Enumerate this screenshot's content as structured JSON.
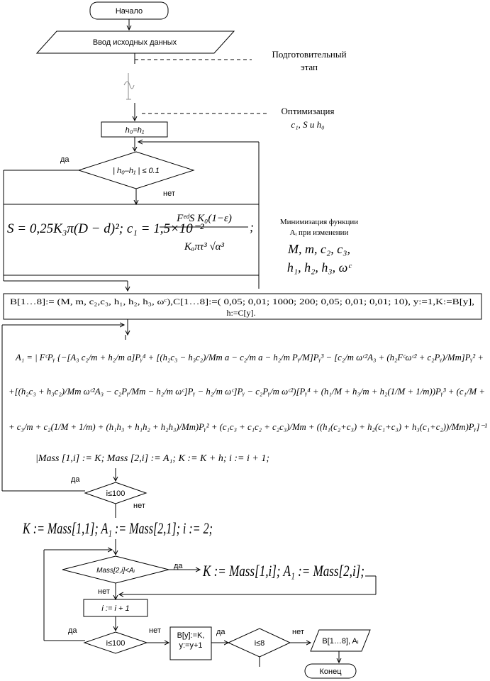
{
  "blocks": {
    "start": "Начало",
    "input": "Ввод исходных данных",
    "h0h1": "h₀=h₁",
    "cond_h": "| h₀–h₁ | ≤ 0.1",
    "cond_100_a": "i≤100",
    "cond_mass": "Mass[2,i]<Aᵢ",
    "incr": "i := i + 1",
    "cond_100_b": "i≤100",
    "byk_1": "B[y]:=K,",
    "byk_2": "y:=y+1",
    "cond_8": "i≤8",
    "out": "B[1…8], Aᵢ",
    "end": "Конец"
  },
  "notes": {
    "prep_1": "Подготовительный",
    "prep_2": "этап",
    "opt_1": "Оптимизация",
    "opt_2": "c₁, S и h₀",
    "min_1": "Минимизация функции",
    "min_2": "Aᵢ при изменении",
    "min_3": "M, m, c₂, c₃,",
    "min_4": "h₁, h₂, h₃, ωᶜ"
  },
  "labels": {
    "yes": "да",
    "no": "нет"
  },
  "formulas": {
    "s_formula": "S = 0,25K₃π(D − d)²; c₁ = 1,5×10⁻²",
    "s_frac_num": "FᵉᵈS K₀(1−ε)",
    "s_frac_den": "Kₐπτ³ √α³",
    "init_1": "B[1…8]:= (M, m, c₂,c₃, h₁, h₂, h₃, ωᶜ),C[1…8]:=( 0,05; 0,01; 1000; 200; 0,05; 0,01; 0,01; 10), y:=1,K:=B[y],",
    "init_2": "h:=C[y].",
    "a1_line1": "A₁ = | FᶜPᵧ {−[A₃ c₂/m + h₂/m a]Pᵧ⁴ + [(h₂c₃ − h₃c₂)/Mm a − c₂/m a − h₂/m Pᵧ/M]Pᵧ³ − [c₂/m ωᶜ²A₃ + (h₂Fᶜωᶜ² + c₂Pᵧ)/Mm]Pᵧ² +",
    "a1_line2": "+[(h₂c₃ + h₃c₂)/Mm ωᶜ²A₃ − c₂Pᵧ/Mm − h₂/m ωᶜ]Pᵧ − h₂/m ωᶜ]Pᵧ − c₂Pᵧ/m ωᶜ²)[Pᵧ⁴ + (h₁/M + h₃/m + h₂(1/M + 1/m))Pᵧ³ + (c₁/M +",
    "a1_line3": "+ c₃/m + c₂(1/M + 1/m) + (h₁h₃ + h₁h₂ + h₂h₃)/Mm)Pᵧ² + (c₁c₃ + c₁c₂ + c₂c₃)/Mm + ((h₁(c₂+c₃) + h₂(c₁+c₃) + h₃(c₁+c₂))/Mm)Pᵧ]⁻¹",
    "mass_line": "|Mass [1,i] := K; Mass [2,i] := A₁; K := K + h; i := i + 1;",
    "k_init": "K := Mass[1,1]; A₁ := Mass[2,1]; i := 2;",
    "k_update": "K := Mass[1,i]; A₁ := Mass[2,i];"
  }
}
